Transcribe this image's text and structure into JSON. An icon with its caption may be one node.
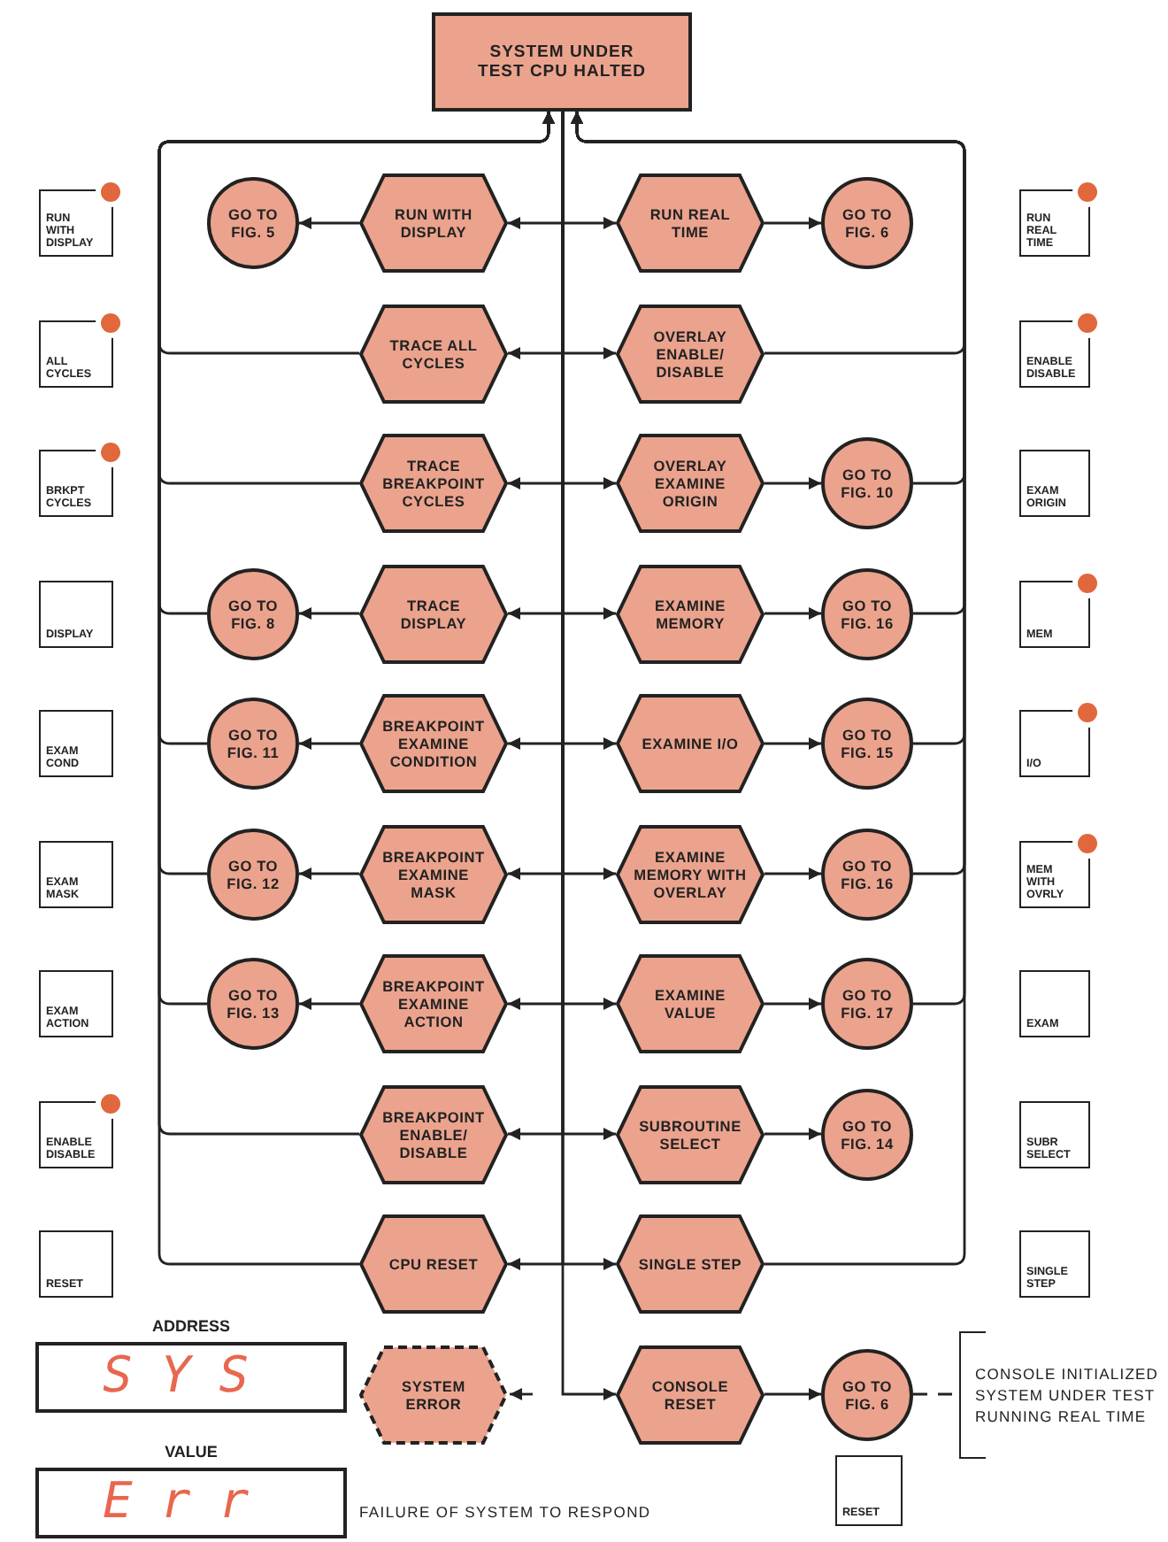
{
  "diagram": {
    "nodes": [
      {
        "text": [
          "SYSTEM UNDER TEST CPU HALTED"
        ]
      },
      {
        "text": [
          "RUN WITH DISPLAY"
        ]
      },
      {
        "text": [
          "GO TO FIG. 5"
        ]
      },
      {
        "text": [
          "RUN WITH DISPLAY"
        ]
      },
      {
        "text": [
          "RUN REAL TIME"
        ]
      },
      {
        "text": [
          "GO TO FIG. 6"
        ]
      },
      {
        "text": [
          "RUN REAL TIME"
        ]
      },
      {
        "text": [
          "ALL CYCLES"
        ]
      },
      {
        "text": [
          "TRACE ALL CYCLES"
        ]
      },
      {
        "text": [
          "OVERLAY ENABLE/ DISABLE"
        ]
      },
      {
        "text": [
          "ENABLE DISABLE"
        ]
      },
      {
        "text": [
          "BRKPT CYCLES"
        ]
      },
      {
        "text": [
          "TRACE BREAKPOINT CYCLES"
        ]
      },
      {
        "text": [
          "OVERLAY EXAMINE ORIGIN"
        ]
      },
      {
        "text": [
          "GO TO FIG. 10"
        ]
      },
      {
        "text": [
          "EXAM ORIGIN"
        ]
      },
      {
        "text": [
          "DISPLAY"
        ]
      },
      {
        "text": [
          "GO TO FIG. 8"
        ]
      },
      {
        "text": [
          "TRACE DISPLAY"
        ]
      },
      {
        "text": [
          "EXAMINE MEMORY"
        ]
      },
      {
        "text": [
          "GO TO FIG. 16"
        ]
      },
      {
        "text": [
          "MEM"
        ]
      },
      {
        "text": [
          "EXAM COND"
        ]
      },
      {
        "text": [
          "GO TO FIG. 11"
        ]
      },
      {
        "text": [
          "BREAKPOINT EXAMINE CONDITION"
        ]
      },
      {
        "text": [
          "EXAMINE I/O"
        ]
      },
      {
        "text": [
          "GO TO FIG. 15"
        ]
      },
      {
        "text": [
          "I/O"
        ]
      },
      {
        "text": [
          "EXAM MASK"
        ]
      },
      {
        "text": [
          "GO TO FIG. 12"
        ]
      },
      {
        "text": [
          "BREAKPOINT EXAMINE MASK"
        ]
      },
      {
        "text": [
          "EXAMINE MEMORY WITH OVERLAY"
        ]
      },
      {
        "text": [
          "GO TO FIG. 16"
        ]
      },
      {
        "text": [
          "MEM WITH OVRLY"
        ]
      },
      {
        "text": [
          "EXAM ACTION"
        ]
      },
      {
        "text": [
          "GO TO FIG. 13"
        ]
      },
      {
        "text": [
          "BREAKPOINT EXAMINE ACTION"
        ]
      },
      {
        "text": [
          "EXAMINE VALUE"
        ]
      },
      {
        "text": [
          "GO TO FIG. 17"
        ]
      },
      {
        "text": [
          "EXAM"
        ]
      },
      {
        "text": [
          "ENABLE DISABLE"
        ]
      },
      {
        "text": [
          "BREAKPOINT ENABLE/ DISABLE"
        ]
      },
      {
        "text": [
          "SUBROUTINE SELECT"
        ]
      },
      {
        "text": [
          "GO TO FIG. 14"
        ]
      },
      {
        "text": [
          "SUBR SELECT"
        ]
      },
      {
        "text": [
          "RESET"
        ]
      },
      {
        "text": [
          "CPU RESET"
        ]
      },
      {
        "text": [
          "SINGLE STEP"
        ]
      },
      {
        "text": [
          "SINGLE STEP"
        ]
      },
      {
        "text": [
          "ADDRESS",
          "SYS"
        ]
      },
      {
        "text": [
          "SYSTEM ERROR"
        ]
      },
      {
        "text": [
          "CONSOLE RESET"
        ]
      },
      {
        "text": [
          "GO TO FIG. 6"
        ]
      },
      {
        "text": [
          "CONSOLE INITIALIZED SYSTEM UNDER TEST RUNNING REAL TIME"
        ]
      },
      {
        "text": [
          "VALUE",
          "Err"
        ],
        "beside": [
          "FAILURE OF SYSTEM TO RESPOND"
        ]
      },
      {
        "text": [
          "RESET"
        ]
      }
    ],
    "edges": [
      {
        "from": 0,
        "to": 3,
        "arrow": "to"
      },
      {
        "from": 0,
        "to": 4,
        "arrow": "to"
      },
      {
        "from": 0,
        "to": 8,
        "arrow": "to"
      },
      {
        "from": 0,
        "to": 9,
        "arrow": "to"
      },
      {
        "from": 0,
        "to": 12,
        "arrow": "to"
      },
      {
        "from": 0,
        "to": 13,
        "arrow": "to"
      },
      {
        "from": 0,
        "to": 18,
        "arrow": "to"
      },
      {
        "from": 0,
        "to": 19,
        "arrow": "to"
      },
      {
        "from": 0,
        "to": 24,
        "arrow": "to"
      },
      {
        "from": 0,
        "to": 25,
        "arrow": "to"
      },
      {
        "from": 0,
        "to": 30,
        "arrow": "to"
      },
      {
        "from": 0,
        "to": 31,
        "arrow": "to"
      },
      {
        "from": 0,
        "to": 36,
        "arrow": "to"
      },
      {
        "from": 0,
        "to": 37,
        "arrow": "to"
      },
      {
        "from": 0,
        "to": 41,
        "arrow": "to"
      },
      {
        "from": 0,
        "to": 42,
        "arrow": "to"
      },
      {
        "from": 0,
        "to": 46,
        "arrow": "to"
      },
      {
        "from": 0,
        "to": 47,
        "arrow": "to"
      },
      {
        "from": 0,
        "to": 51,
        "arrow": "to"
      },
      {
        "from": 3,
        "to": 2,
        "arrow": "to"
      },
      {
        "from": 4,
        "to": 5,
        "arrow": "to"
      },
      {
        "from": 13,
        "to": 14,
        "arrow": "to"
      },
      {
        "from": 18,
        "to": 17,
        "arrow": "to"
      },
      {
        "from": 19,
        "to": 20,
        "arrow": "to"
      },
      {
        "from": 24,
        "to": 23,
        "arrow": "to"
      },
      {
        "from": 25,
        "to": 26,
        "arrow": "to"
      },
      {
        "from": 30,
        "to": 29,
        "arrow": "to"
      },
      {
        "from": 31,
        "to": 32,
        "arrow": "to"
      },
      {
        "from": 36,
        "to": 35,
        "arrow": "to"
      },
      {
        "from": 37,
        "to": 38,
        "arrow": "to"
      },
      {
        "from": 42,
        "to": 43,
        "arrow": "to"
      },
      {
        "from": 51,
        "to": 52,
        "arrow": "to"
      },
      {
        "from": 8,
        "to": 0,
        "arrow": "to"
      },
      {
        "from": 9,
        "to": 0,
        "arrow": "to"
      },
      {
        "from": 12,
        "to": 0,
        "arrow": "to"
      },
      {
        "from": 14,
        "to": 0,
        "arrow": "to"
      },
      {
        "from": 17,
        "to": 0,
        "arrow": "to"
      },
      {
        "from": 20,
        "to": 0,
        "arrow": "to"
      },
      {
        "from": 23,
        "to": 0,
        "arrow": "to"
      },
      {
        "from": 26,
        "to": 0,
        "arrow": "to"
      },
      {
        "from": 29,
        "to": 0,
        "arrow": "to"
      },
      {
        "from": 32,
        "to": 0,
        "arrow": "to"
      },
      {
        "from": 35,
        "to": 0,
        "arrow": "to"
      },
      {
        "from": 38,
        "to": 0,
        "arrow": "to"
      },
      {
        "from": 41,
        "to": 0,
        "arrow": "to"
      },
      {
        "from": 47,
        "to": 0,
        "arrow": "to"
      },
      {
        "from": 46,
        "to": 0,
        "arrow": "to"
      },
      {
        "from": null,
        "to": 50,
        "arrow": "to"
      },
      {
        "from": 52,
        "to": 53,
        "arrow": "none",
        "style": "dashed"
      }
    ]
  }
}
